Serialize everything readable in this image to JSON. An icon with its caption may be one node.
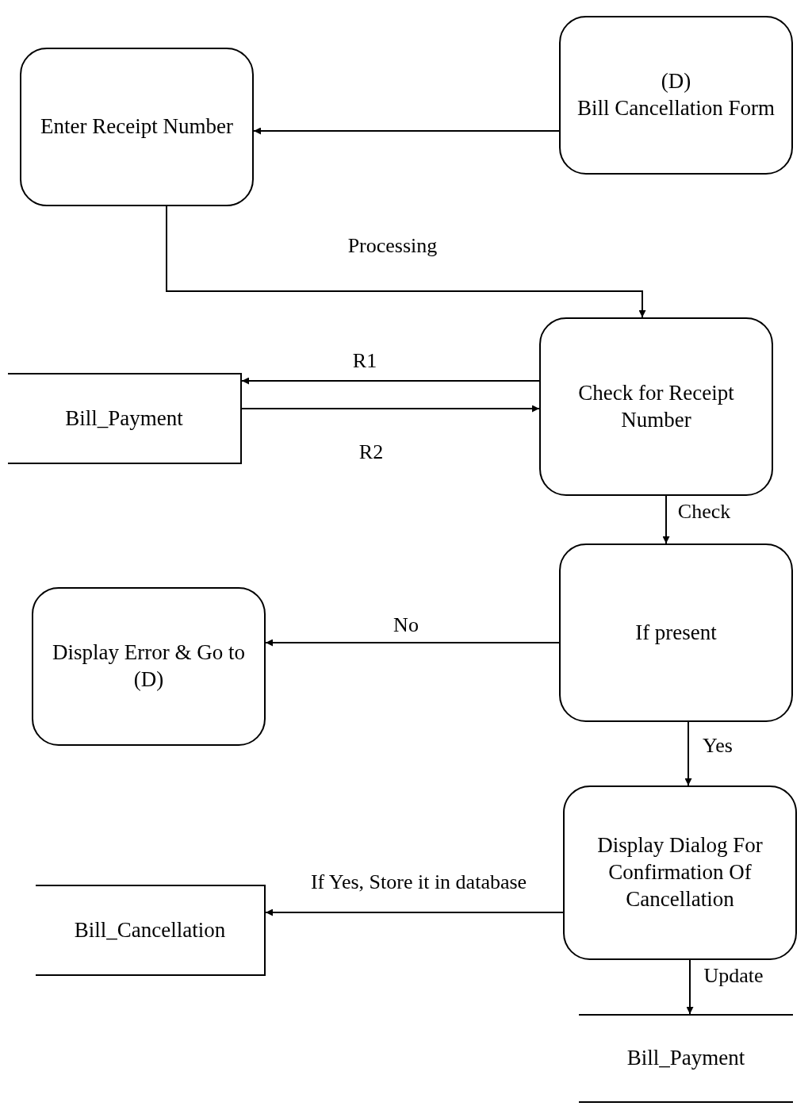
{
  "diagram": {
    "nodes": [
      {
        "text": [
          "Enter Receipt Number"
        ]
      },
      {
        "text": [
          "(D)",
          "Bill Cancellation Form"
        ]
      },
      {
        "text": [
          "Bill_Payment"
        ]
      },
      {
        "text": [
          "Check for Receipt Number"
        ]
      },
      {
        "text": [
          "Display Error & Go to (D)"
        ]
      },
      {
        "text": [
          "If present"
        ]
      },
      {
        "text": [
          "Display Dialog For Confirmation Of Cancellation"
        ]
      },
      {
        "text": [
          "Bill_Cancellation"
        ]
      },
      {
        "text": [
          "Bill_Payment"
        ]
      }
    ],
    "edges": [
      {
        "from": 1,
        "to": 0,
        "arrow": "to"
      },
      {
        "from": 0,
        "to": 3,
        "arrow": "to",
        "label": "Processing"
      },
      {
        "from": 3,
        "to": 2,
        "arrow": "to",
        "label": "R1"
      },
      {
        "from": 2,
        "to": 3,
        "arrow": "to",
        "label": "R2"
      },
      {
        "from": 3,
        "to": 5,
        "arrow": "to",
        "label": "Check"
      },
      {
        "from": 5,
        "to": 4,
        "arrow": "to",
        "label": "No"
      },
      {
        "from": 5,
        "to": 6,
        "arrow": "to",
        "label": "Yes"
      },
      {
        "from": 6,
        "to": 7,
        "arrow": "to",
        "label": "If Yes, Store it in database"
      },
      {
        "from": 6,
        "to": 8,
        "arrow": "to",
        "label": "Update"
      }
    ]
  }
}
